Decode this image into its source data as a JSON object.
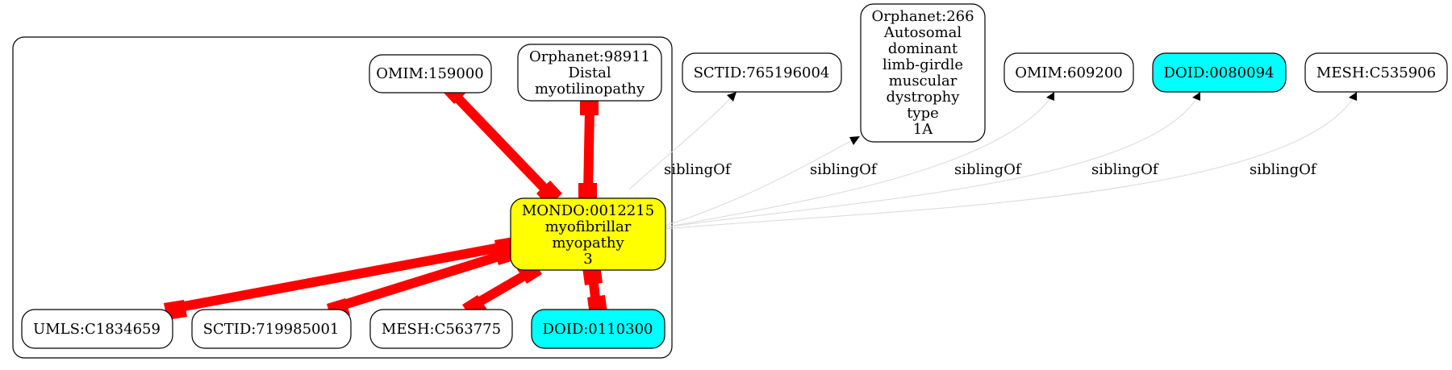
{
  "colors": {
    "highlight_node": "#ffff00",
    "doid_node": "#00ffff",
    "default_node": "#ffffff",
    "equivalence_edge": "#ff0000",
    "sibling_edge": "#d9d9d9"
  },
  "nodes": {
    "mondo": {
      "lines": [
        "MONDO:0012215",
        "myofibrillar",
        "myopathy",
        "3"
      ]
    },
    "omim159000": {
      "lines": [
        "OMIM:159000"
      ]
    },
    "orpha98911": {
      "lines": [
        "Orphanet:98911",
        "Distal",
        "myotilinopathy"
      ]
    },
    "umls": {
      "lines": [
        "UMLS:C1834659"
      ]
    },
    "sctid719985001": {
      "lines": [
        "SCTID:719985001"
      ]
    },
    "meshC563775": {
      "lines": [
        "MESH:C563775"
      ]
    },
    "doid0110300": {
      "lines": [
        "DOID:0110300"
      ]
    },
    "sctid765196004": {
      "lines": [
        "SCTID:765196004"
      ]
    },
    "orpha266": {
      "lines": [
        "Orphanet:266",
        "Autosomal",
        "dominant",
        "limb-girdle",
        "muscular",
        "dystrophy",
        "type",
        "1A"
      ]
    },
    "omim609200": {
      "lines": [
        "OMIM:609200"
      ]
    },
    "doid0080094": {
      "lines": [
        "DOID:0080094"
      ]
    },
    "meshC535906": {
      "lines": [
        "MESH:C535906"
      ]
    }
  },
  "edges": {
    "sibling_label": "siblingOf",
    "sibling_targets": [
      "sctid765196004",
      "orpha266",
      "omim609200",
      "doid0080094",
      "meshC535906"
    ],
    "equivalent_to_mondo": [
      "omim159000",
      "orpha98911",
      "umls",
      "sctid719985001",
      "meshC563775",
      "doid0110300"
    ]
  }
}
